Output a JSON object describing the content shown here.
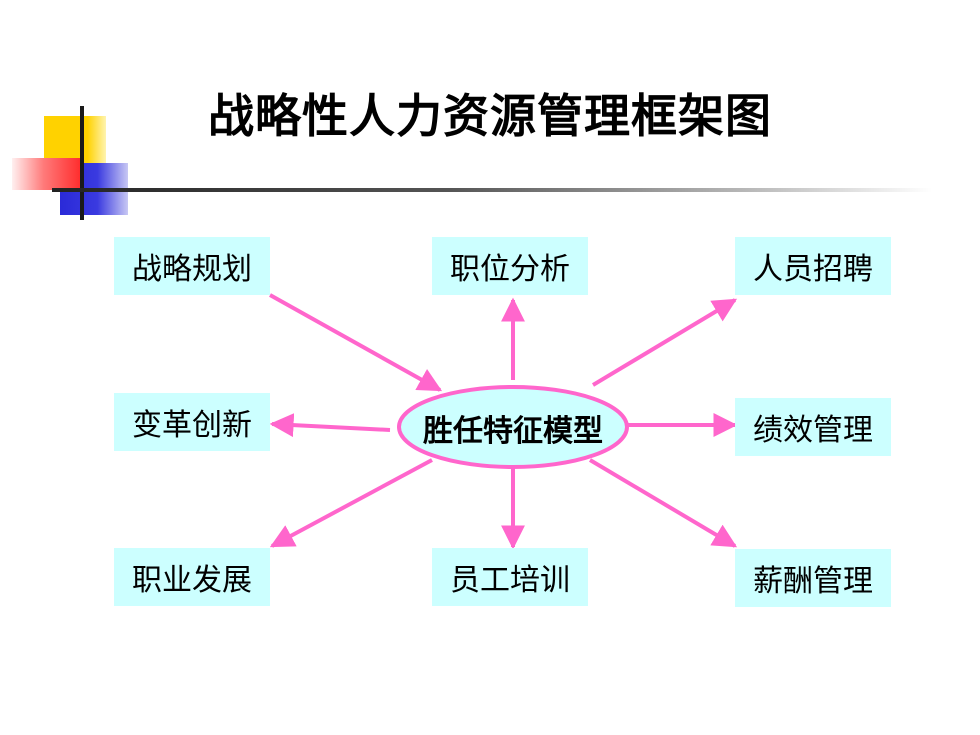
{
  "title": "战略性人力资源管理框架图",
  "center": "胜任特征模型",
  "nodes": {
    "strategy_planning": "战略规划",
    "job_analysis": "职位分析",
    "recruitment": "人员招聘",
    "change_innovation": "变革创新",
    "performance_mgmt": "绩效管理",
    "career_development": "职业发展",
    "employee_training": "员工培训",
    "compensation_mgmt": "薪酬管理"
  },
  "colors": {
    "box_fill": "#ccffff",
    "arrow": "#ff66cc",
    "ellipse_stroke": "#ff66cc",
    "ellipse_fill": "#ccffff"
  }
}
